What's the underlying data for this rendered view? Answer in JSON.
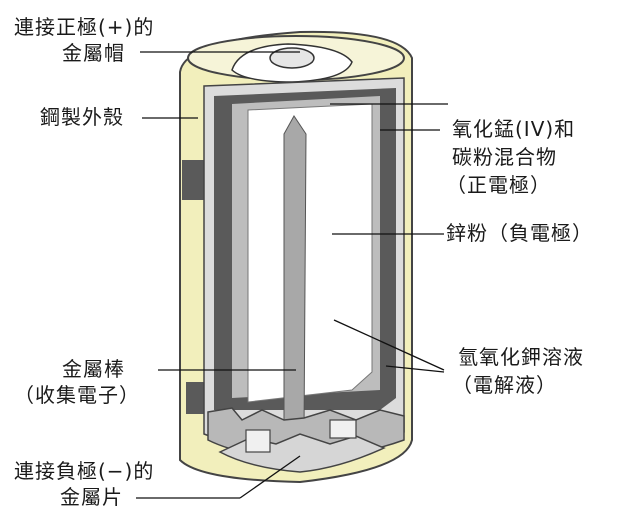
{
  "labels": {
    "positive_cap_1": "連接正極(+)的",
    "positive_cap_2": "金屬帽",
    "steel_shell": "鋼製外殼",
    "cathode_1": "氧化錳(IV)和",
    "cathode_2": "碳粉混合物",
    "cathode_3": "（正電極）",
    "anode": "鋅粉（負電極）",
    "electrolyte_1": "氫氧化鉀溶液",
    "electrolyte_2": "（電解液）",
    "rod_1": "金屬棒",
    "rod_2": "（收集電子）",
    "negative_plate_1": "連接負極(−)的",
    "negative_plate_2": "金屬片"
  },
  "colors": {
    "outer_shell": "#f2efbc",
    "outer_stroke": "#444444",
    "cathode": "#5a5a5a",
    "separator": "#bdbdbd",
    "anode": "#ffffff",
    "rod": "#a8a8a8",
    "bottom": "#b8b8b8",
    "leader": "#111111"
  }
}
